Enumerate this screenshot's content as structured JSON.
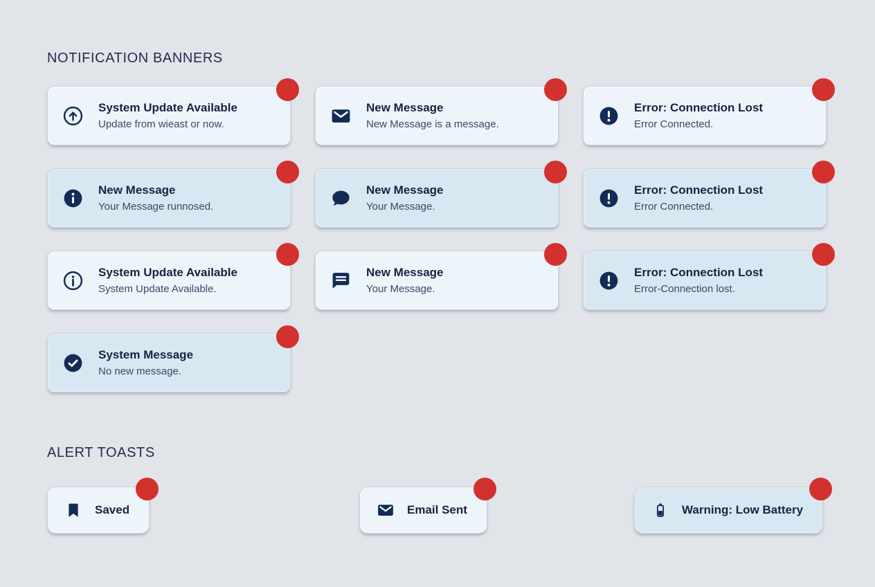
{
  "colors": {
    "page-bg": "#e1e4e9",
    "card-light": "#eef5fa",
    "card-blue": "#d7e8f2",
    "heading": "#1f2d4d",
    "title": "#17233f",
    "subtitle": "#3a4963",
    "icon": "#132c55",
    "red": "#d2312e",
    "border": "#c9d2dc"
  },
  "banners": {
    "title": "NOTIFICATION BANNERS",
    "cards": [
      {
        "icon": "arrow-up-circle-icon",
        "variant": "light",
        "title": "System Update Available",
        "subtitle": "Update from wieast or now."
      },
      {
        "icon": "envelope-icon",
        "variant": "light",
        "title": "New Message",
        "subtitle": "New Message is a message."
      },
      {
        "icon": "alert-circle-icon",
        "variant": "light",
        "title": "Error: Connection Lost",
        "subtitle": "Error Connected."
      },
      {
        "icon": "info-circle-filled-icon",
        "variant": "blue",
        "title": "New Message",
        "subtitle": "Your Message runnosed."
      },
      {
        "icon": "chat-bubble-icon",
        "variant": "blue",
        "title": "New Message",
        "subtitle": "Your Message."
      },
      {
        "icon": "alert-circle-icon",
        "variant": "blue",
        "title": "Error: Connection Lost",
        "subtitle": "Error Connected."
      },
      {
        "icon": "info-circle-outline-icon",
        "variant": "light",
        "title": "System Update Available",
        "subtitle": "System Update Available."
      },
      {
        "icon": "chat-lines-icon",
        "variant": "light",
        "title": "New Message",
        "subtitle": "Your Message."
      },
      {
        "icon": "alert-circle-icon",
        "variant": "blue",
        "title": "Error: Connection Lost",
        "subtitle": "Error-Connection lost."
      },
      {
        "icon": "check-circle-icon",
        "variant": "blue",
        "title": "System Message",
        "subtitle": "No new message."
      }
    ]
  },
  "toasts": {
    "title": "ALERT TOASTS",
    "items": [
      {
        "icon": "bookmark-icon",
        "variant": "light",
        "label": "Saved"
      },
      {
        "icon": "envelope-icon",
        "variant": "light",
        "label": "Email Sent"
      },
      {
        "icon": "battery-icon",
        "variant": "blue",
        "label": "Warning: Low Battery"
      }
    ]
  }
}
